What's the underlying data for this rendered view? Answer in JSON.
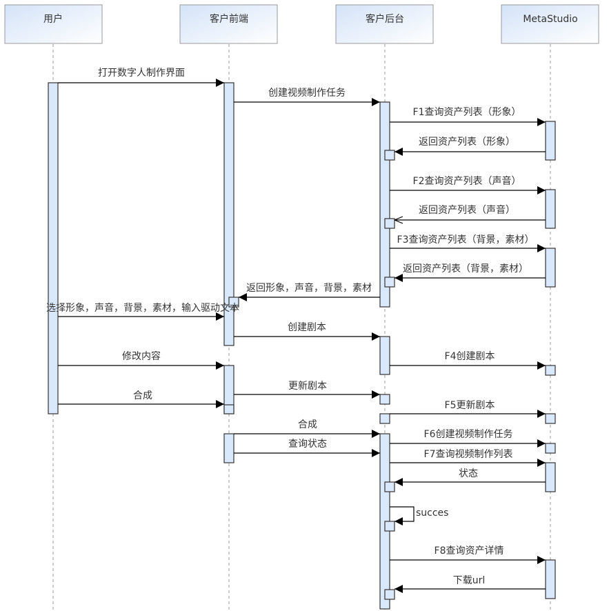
{
  "participants": [
    {
      "id": "user",
      "label": "用户"
    },
    {
      "id": "frontend",
      "label": "客户前端"
    },
    {
      "id": "backend",
      "label": "客户后台"
    },
    {
      "id": "metastudio",
      "label": "MetaStudio"
    }
  ],
  "messages": [
    {
      "from": "user",
      "to": "frontend",
      "label": "打开数字人制作界面",
      "type": "sync"
    },
    {
      "from": "frontend",
      "to": "backend",
      "label": "创建视频制作任务",
      "type": "sync"
    },
    {
      "from": "backend",
      "to": "metastudio",
      "label": "F1查询资产列表（形象）",
      "type": "sync"
    },
    {
      "from": "metastudio",
      "to": "backend",
      "label": "返回资产列表（形象）",
      "type": "return"
    },
    {
      "from": "backend",
      "to": "metastudio",
      "label": "F2查询资产列表（声音）",
      "type": "sync"
    },
    {
      "from": "metastudio",
      "to": "backend",
      "label": "返回资产列表（声音）",
      "type": "async-return"
    },
    {
      "from": "backend",
      "to": "metastudio",
      "label": "F3查询资产列表（背景，素材）",
      "type": "sync"
    },
    {
      "from": "metastudio",
      "to": "backend",
      "label": "返回资产列表（背景，素材）",
      "type": "return"
    },
    {
      "from": "backend",
      "to": "frontend",
      "label": "返回形象，声音，背景，素材",
      "type": "return"
    },
    {
      "from": "user",
      "to": "frontend",
      "label": "选择形象，声音，背景，素材，输入驱动文本",
      "type": "sync"
    },
    {
      "from": "frontend",
      "to": "backend",
      "label": "创建剧本",
      "type": "sync"
    },
    {
      "from": "user",
      "to": "frontend",
      "label": "修改内容",
      "type": "sync"
    },
    {
      "from": "backend",
      "to": "metastudio",
      "label": "F4创建剧本",
      "type": "sync"
    },
    {
      "from": "frontend",
      "to": "backend",
      "label": "更新剧本",
      "type": "sync"
    },
    {
      "from": "user",
      "to": "frontend",
      "label": "合成",
      "type": "sync"
    },
    {
      "from": "backend",
      "to": "metastudio",
      "label": "F5更新剧本",
      "type": "sync"
    },
    {
      "from": "frontend",
      "to": "backend",
      "label": "合成",
      "type": "sync"
    },
    {
      "from": "backend",
      "to": "metastudio",
      "label": "F6创建视频制作任务",
      "type": "sync"
    },
    {
      "from": "frontend",
      "to": "backend",
      "label": "查询状态",
      "type": "sync"
    },
    {
      "from": "backend",
      "to": "metastudio",
      "label": "F7查询视频制作列表",
      "type": "sync"
    },
    {
      "from": "metastudio",
      "to": "backend",
      "label": "状态",
      "type": "return"
    },
    {
      "from": "backend",
      "to": "backend",
      "label": "succes",
      "type": "self"
    },
    {
      "from": "backend",
      "to": "metastudio",
      "label": "F8查询资产详情",
      "type": "sync"
    },
    {
      "from": "metastudio",
      "to": "backend",
      "label": "下载url",
      "type": "return"
    }
  ],
  "colors": {
    "activation_fill": "#dae8fc",
    "header_fill_start": "#dae8fc",
    "header_fill_end": "#ffffff",
    "border": "#999999",
    "line": "#000000"
  }
}
